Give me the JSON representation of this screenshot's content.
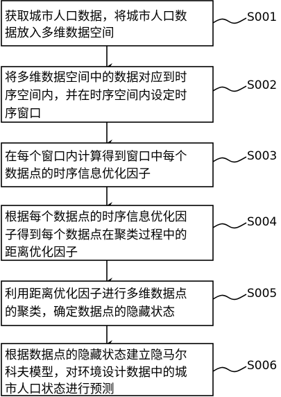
{
  "steps": [
    {
      "id": "S001",
      "lines": [
        "获取城市人口数据，将城市人口数",
        "据放入多维数据空间"
      ]
    },
    {
      "id": "S002",
      "lines": [
        "将多维数据空间中的数据对应到时",
        "序空间内，并在时序空间内设定时",
        "序窗口"
      ]
    },
    {
      "id": "S003",
      "lines": [
        "在每个窗口内计算得到窗口中每个",
        "数据点的时序信息优化因子"
      ]
    },
    {
      "id": "S004",
      "lines": [
        "根据每个数据点的时序信息优化因",
        "子得到每个数据点在聚类过程中的",
        "距离优化因子"
      ]
    },
    {
      "id": "S005",
      "lines": [
        "利用距离优化因子进行多维数据点",
        "的聚类，确定数据点的隐藏状态"
      ]
    },
    {
      "id": "S006",
      "lines": [
        "根据数据点的隐藏状态建立隐马尔",
        "科夫模型，对环境设计数据中的城",
        "市人口状态进行预测"
      ]
    }
  ]
}
